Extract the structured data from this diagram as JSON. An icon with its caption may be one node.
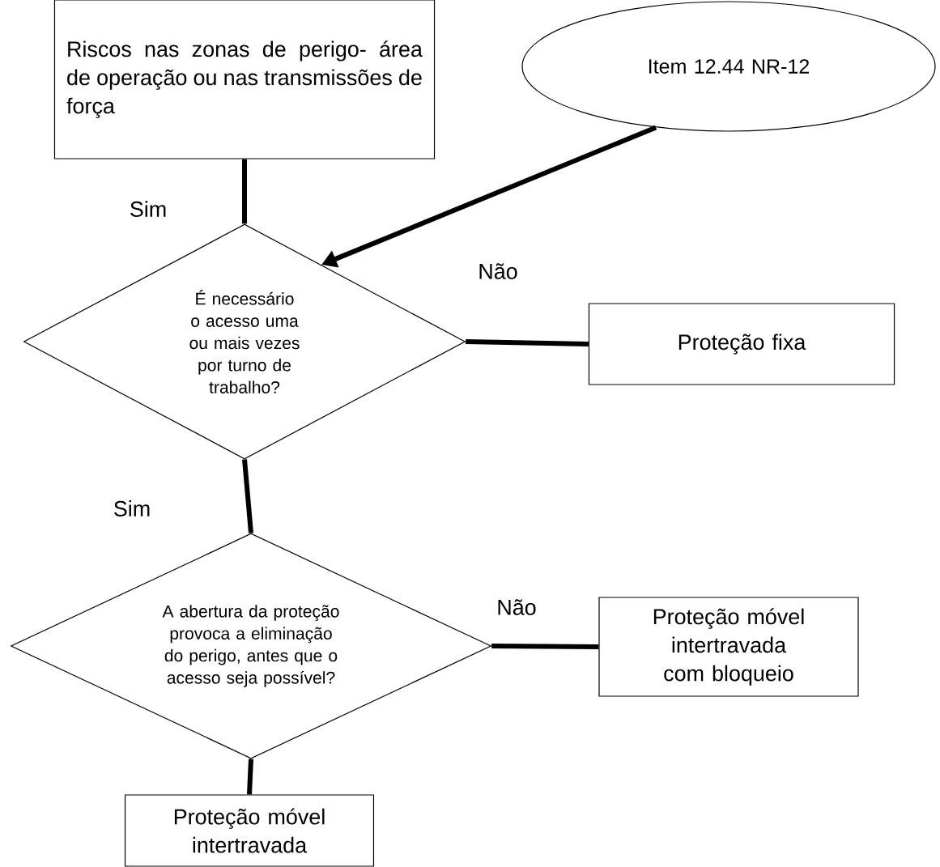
{
  "diagram": {
    "nodes": [
      {
        "text": [
          "Riscos nas zonas de perigo- área de operação ou nas transmissões de força"
        ]
      },
      {
        "text": [
          "Item 12.44 NR-12"
        ]
      },
      {
        "text": [
          "É necessário o acesso uma ou mais vezes por turno de trabalho?"
        ]
      },
      {
        "text": [
          "Proteção fixa"
        ]
      },
      {
        "text": [
          "A abertura da proteção provoca a eliminação do perigo, antes que o acesso seja possível?"
        ]
      },
      {
        "text": [
          "Proteção móvel intertravada com bloqueio"
        ]
      },
      {
        "text": [
          "Proteção móvel intertravada"
        ]
      }
    ],
    "edges": [
      {
        "from": 0,
        "to": 2,
        "arrow": "none",
        "label": "Sim"
      },
      {
        "from": 1,
        "to": 2,
        "arrow": "to"
      },
      {
        "from": 2,
        "to": 3,
        "arrow": "none",
        "label": "Não"
      },
      {
        "from": 2,
        "to": 4,
        "arrow": "none",
        "label": "Sim"
      },
      {
        "from": 4,
        "to": 5,
        "arrow": "none",
        "label": "Não"
      },
      {
        "from": 4,
        "to": 6,
        "arrow": "none"
      }
    ]
  }
}
